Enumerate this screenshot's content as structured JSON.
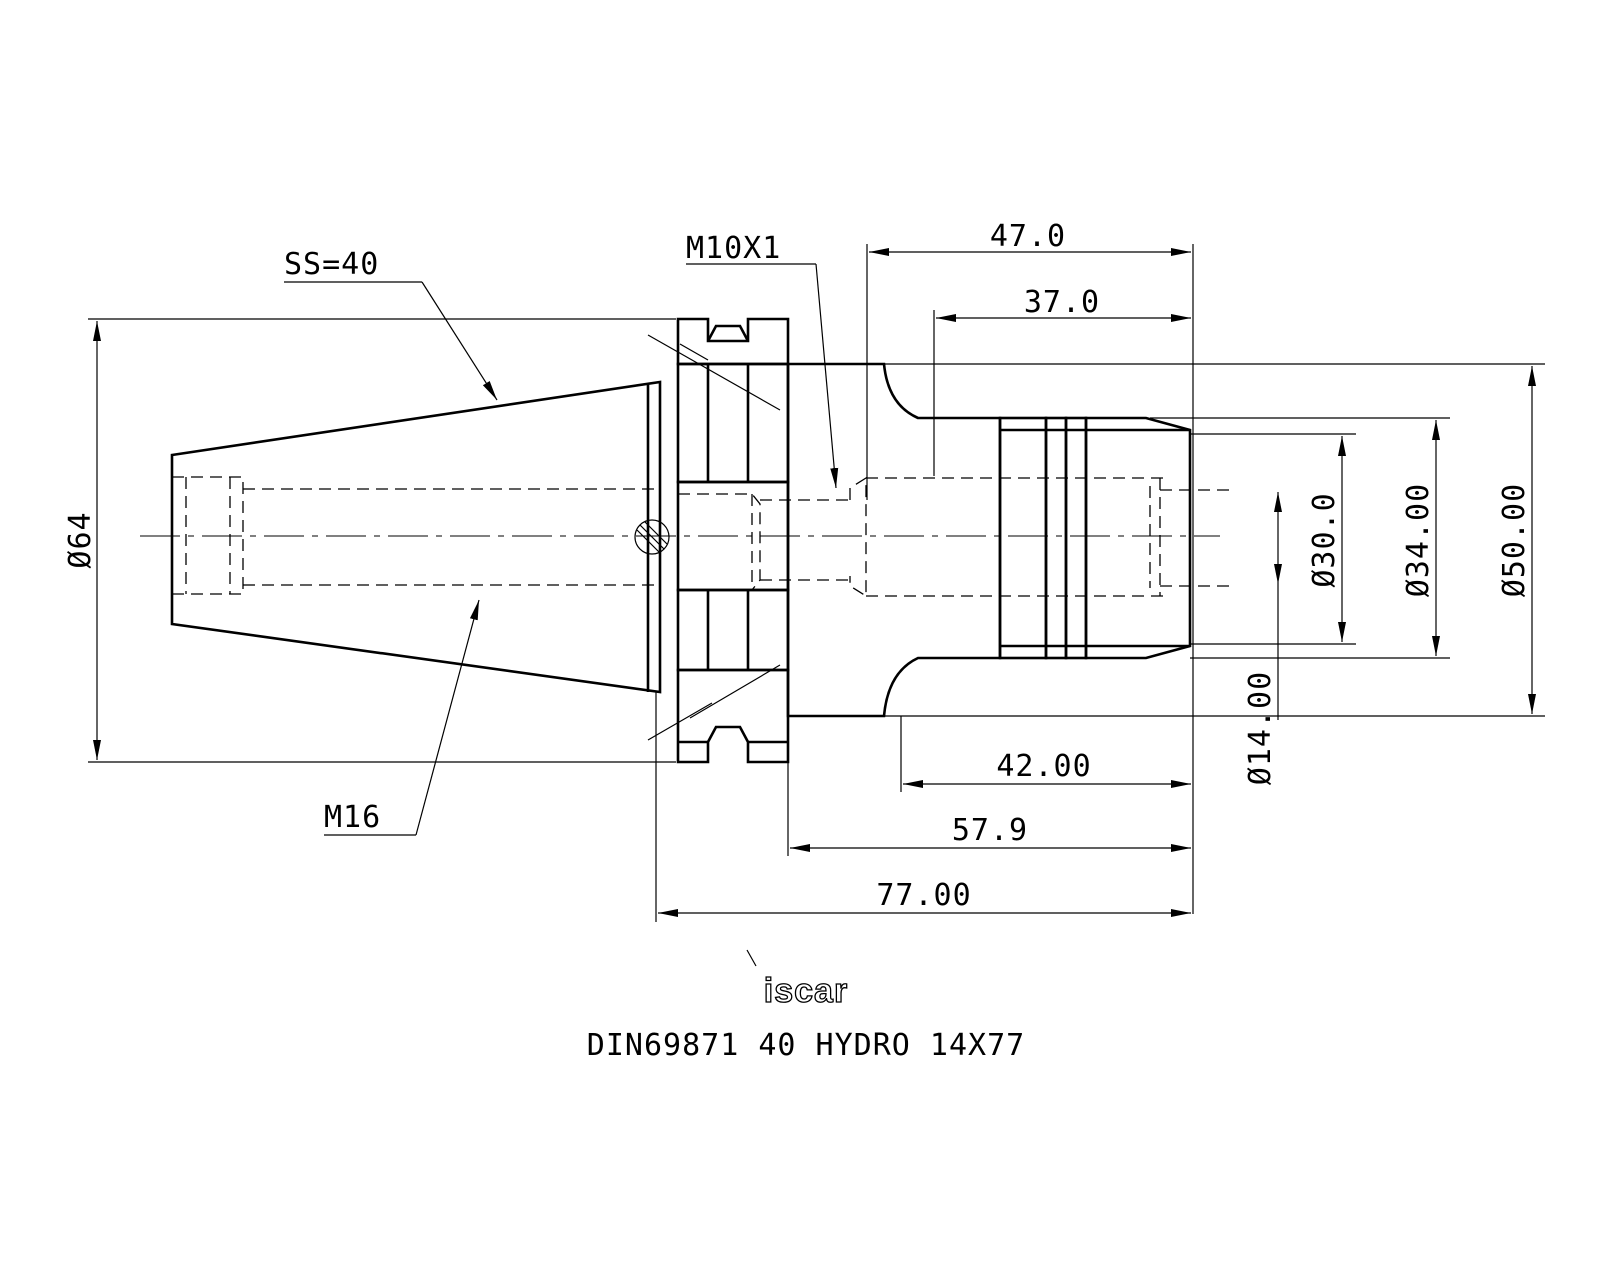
{
  "callouts": {
    "taper": "SS=40",
    "thread_top": "M10X1",
    "thread_bottom": "M16"
  },
  "dimensions": {
    "len_47": "47.0",
    "len_37": "37.0",
    "len_42": "42.00",
    "len_57_9": "57.9",
    "len_77": "77.00",
    "dia_64": "Ø64",
    "dia_30": "Ø30.0",
    "dia_34": "Ø34.00",
    "dia_50": "Ø50.00",
    "dia_14": "Ø14.00"
  },
  "brand": "iscar",
  "title": "DIN69871 40 HYDRO 14X77",
  "colors": {
    "ink": "#000000",
    "paper": "#ffffff"
  }
}
